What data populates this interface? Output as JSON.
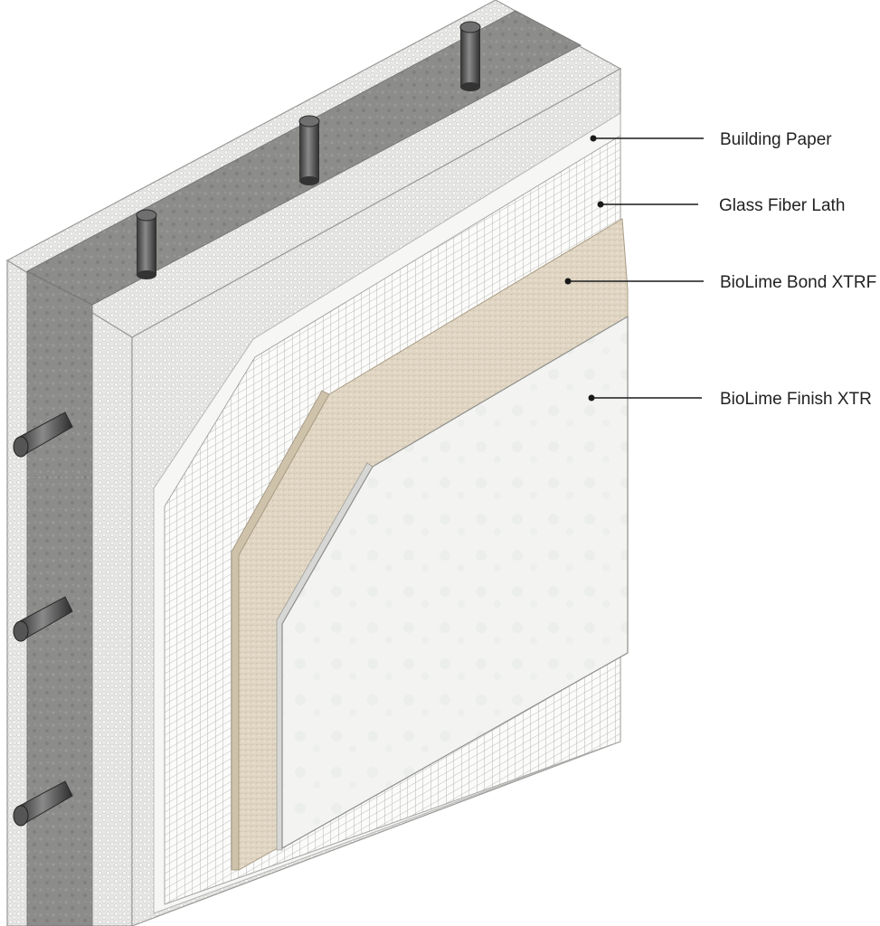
{
  "diagram": {
    "layers": [
      {
        "id": "building-paper",
        "label": "Building Paper",
        "color": "#f4f4f2"
      },
      {
        "id": "glass-fiber-lath",
        "label": "Glass Fiber Lath",
        "color": "#d9d9d6"
      },
      {
        "id": "biolime-bond-xtrf",
        "label": "BioLime Bond XTRF",
        "color": "#e3d8c6"
      },
      {
        "id": "biolime-finish-xtr",
        "label": "BioLime Finish XTR",
        "color": "#f2f3f1"
      }
    ],
    "materials": {
      "foam": "#e6e6e4",
      "concrete": "#8e8e8c",
      "rebar": "#555555",
      "leader": "#1a1a1a"
    }
  }
}
